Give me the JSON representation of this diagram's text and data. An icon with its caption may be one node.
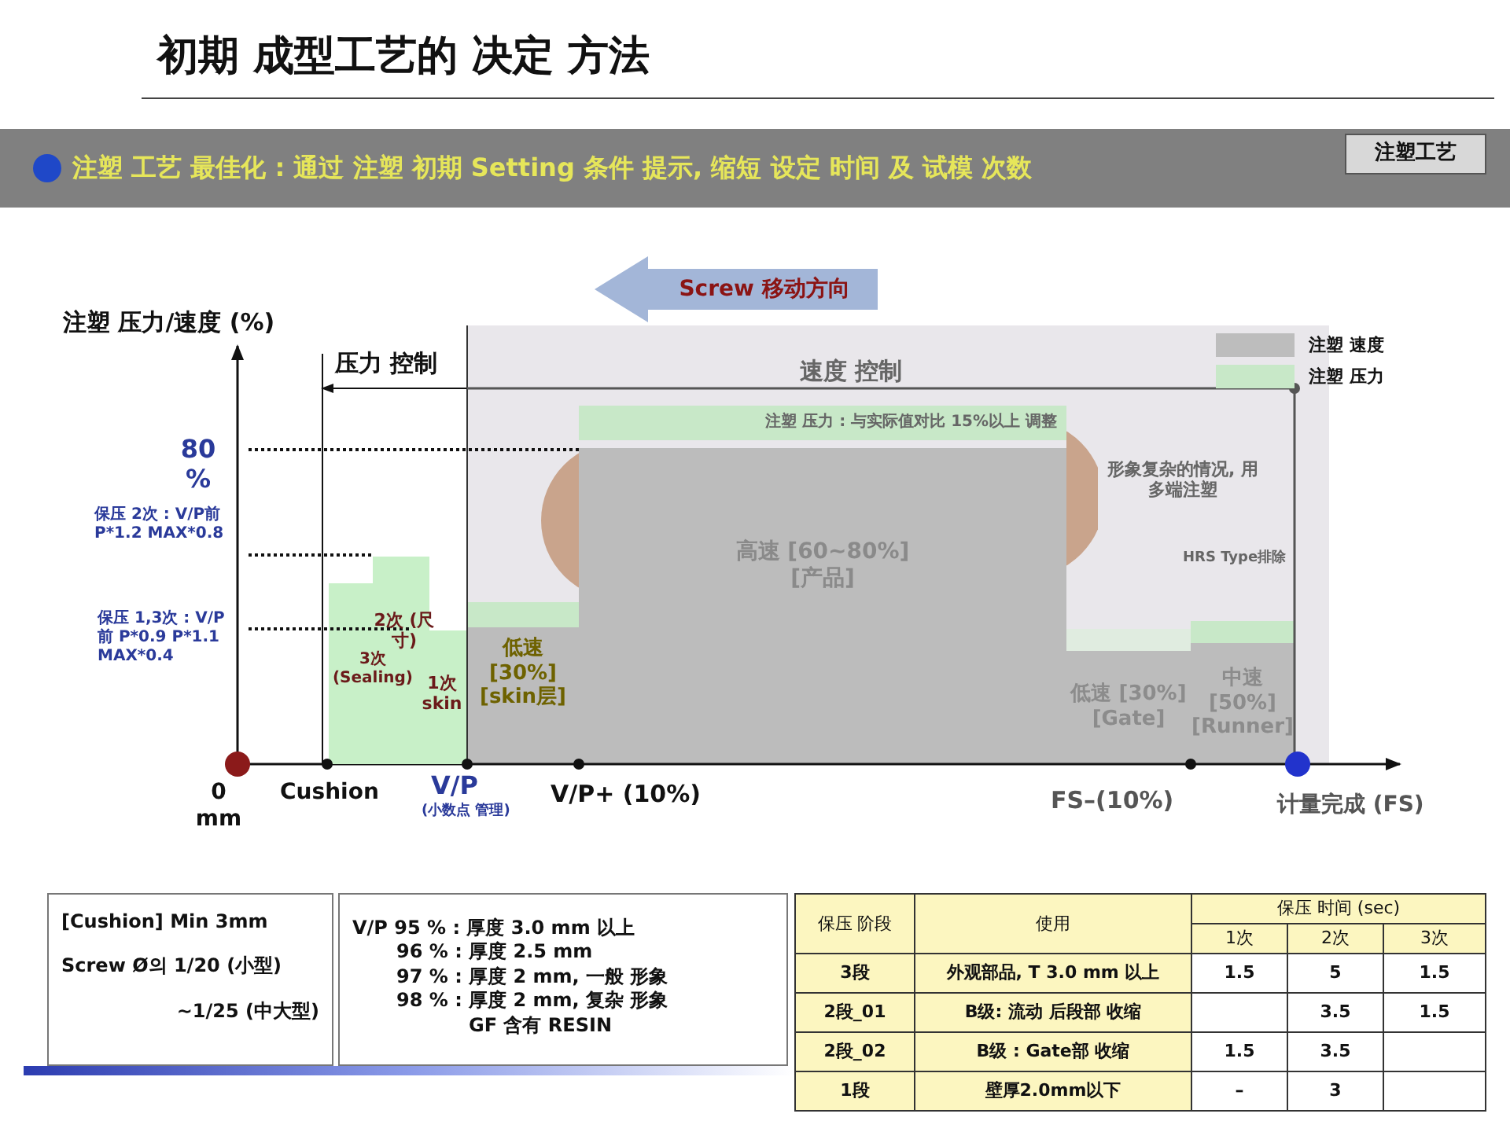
{
  "diagram": {
    "title": "初期 成型工艺的 决定 方法",
    "nodes": [
      {
        "text": [
          "注塑 工艺 最佳化 : 通过 注塑 初期 Setting 条件 提示, 缩短 设定 时间 及 试模 次数"
        ]
      },
      {
        "text": [
          "注塑工艺"
        ],
        "in": 0
      },
      {
        "text": [
          "Screw 移动方向"
        ]
      },
      {
        "text": [
          "速度 控制"
        ]
      },
      {
        "text": [
          "注塑 压力 : 与实际值对比 15%以上 调整"
        ],
        "in": 3
      },
      {
        "text": [],
        "shape": "circle",
        "in": 3
      },
      {
        "text": [],
        "shape": "circle",
        "in": 3
      },
      {
        "text": [
          "高速 [60~80%] [产品]"
        ],
        "in": 3
      },
      {
        "text": [
          "低速 [30%] [skin层]"
        ],
        "in": 3
      },
      {
        "text": [
          "低速 [30%] [Gate]"
        ],
        "in": 3
      },
      {
        "text": [
          "中速 [50%] [Runner]"
        ],
        "in": 3
      },
      {
        "text": [
          "[Cushion] Min 3mm",
          "Screw Ø의 1/20 (小型)",
          "~1/25 (中大型)"
        ]
      },
      {
        "text": [
          "V/P 95 % : 厚度 3.0 mm 以上",
          "96 % : 厚度 2.5 mm",
          "97 % : 厚度 2 mm, 一般 形象",
          "98 % : 厚度 2 mm, 复杂 形象",
          "GF 含有 RESIN"
        ]
      }
    ],
    "labels": [
      "注塑 压力/速度 (%)",
      "压力 控制",
      "80 %",
      "保压 2次 : V/P前 P*1.2 MAX*0.8",
      "保压 1,3次 : V/P前 P*0.9 P*1.1 MAX*0.4",
      "3次 (Sealing)",
      "2次 (尺寸)",
      "1次 skin",
      "形象复杂的情况, 用多端注塑",
      "HRS Type排除",
      "0 mm",
      "Cushion",
      "V/P",
      "(小数点 管理)",
      "V/P+ (10%)",
      "FS–(10%)",
      "计量完成 (FS)",
      "保压 阶段",
      "使用",
      "保压 时间 (sec)",
      "1次",
      "2次",
      "3次",
      "3段",
      "外观部品, T 3.0 mm 以上",
      "1.5",
      "5",
      "1.5",
      "2段_01",
      "B级: 流动 后段部 收缩",
      "3.5",
      "1.5",
      "2段_02",
      "B级 : Gate部 收缩",
      "1.5",
      "3.5",
      "1段",
      "壁厚2.0mm以下",
      "–",
      "3"
    ],
    "legend": [
      {
        "text": "注塑 速度",
        "color": "#bdbdbd"
      },
      {
        "text": "注塑 压力",
        "color": "#c8e8c8"
      }
    ]
  }
}
